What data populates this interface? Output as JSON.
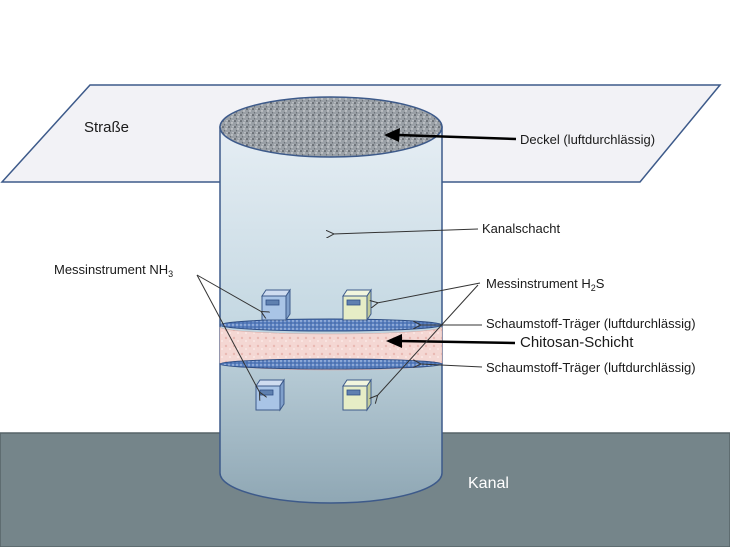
{
  "labels": {
    "strasse": "Straße",
    "deckel": "Deckel (luftdurchlässig)",
    "kanalschacht": "Kanalschacht",
    "mess_nh3_prefix": "Messinstrument  NH",
    "mess_nh3_sub": "3",
    "mess_h2s_prefix": "Messinstrument  H",
    "mess_h2s_sub": "2",
    "mess_h2s_suffix": "S",
    "schaum_top": "Schaumstoff-Träger (luftdurchlässig)",
    "chitosan": "Chitosan-Schicht",
    "schaum_bottom": "Schaumstoff-Träger (luftdurchlässig)",
    "kanal": "Kanal"
  },
  "colors": {
    "road": "#f1f1f5",
    "road_stroke": "#3d5a8a",
    "shaft": "#c8dbe6",
    "shaft_stroke": "#3d5a8a",
    "sewer": "#75858a",
    "foam": "#4a72b3",
    "chitosan": "#f3d3cf",
    "nh3_device": "#a9c4e6",
    "h2s_device": "#e6edc6"
  }
}
